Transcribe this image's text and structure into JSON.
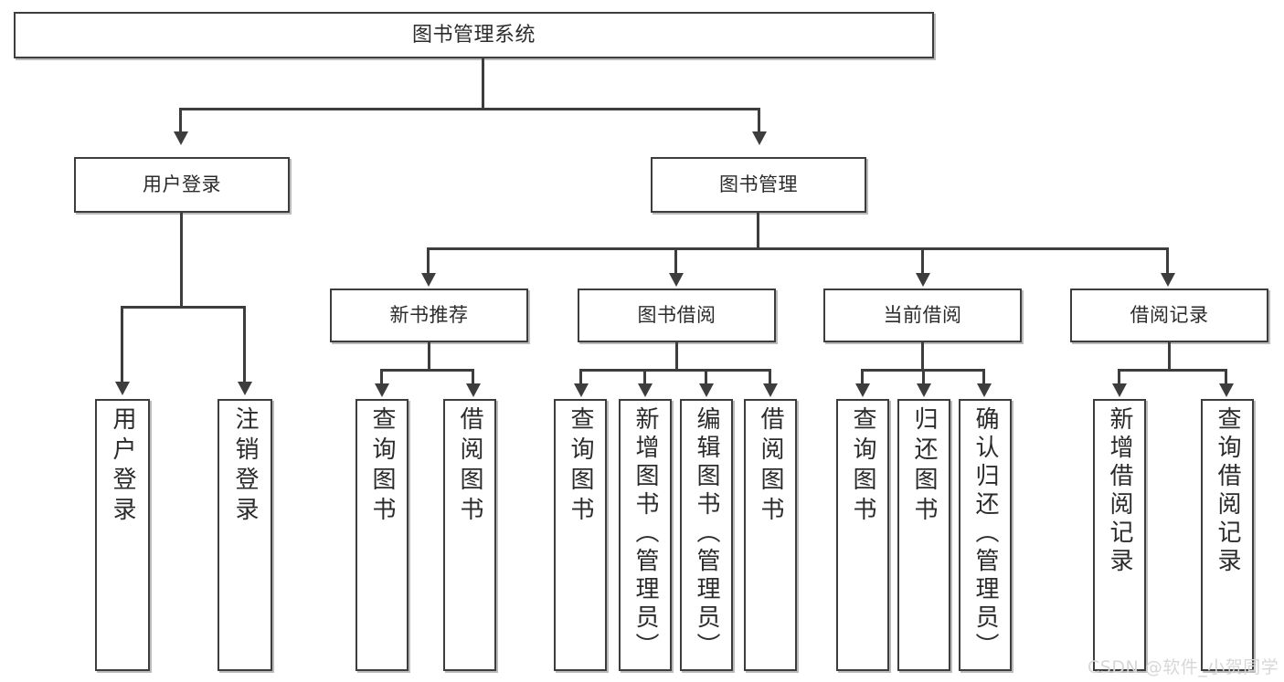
{
  "diagram": {
    "title": "图书管理系统",
    "type": "hierarchy-tree",
    "watermark": "CSDN @软件_小贺同学",
    "colors": {
      "border": "#3d3d3d",
      "background": "#ffffff",
      "text": "#2b2b2b",
      "watermark": "#d7d7d7"
    },
    "root": {
      "label": "图书管理系统"
    },
    "level1": [
      {
        "label": "用户登录"
      },
      {
        "label": "图书管理"
      }
    ],
    "level2": [
      {
        "label": "新书推荐"
      },
      {
        "label": "图书借阅"
      },
      {
        "label": "当前借阅"
      },
      {
        "label": "借阅记录"
      }
    ],
    "leaves": {
      "user_login": [
        {
          "label": "用户登录"
        },
        {
          "label": "注销登录"
        }
      ],
      "new_book_recommend": [
        {
          "label": "查询图书"
        },
        {
          "label": "借阅图书"
        }
      ],
      "book_borrow": [
        {
          "label": "查询图书"
        },
        {
          "label": "新增图书（管理员）"
        },
        {
          "label": "编辑图书（管理员）"
        },
        {
          "label": "借阅图书"
        }
      ],
      "current_borrow": [
        {
          "label": "查询图书"
        },
        {
          "label": "归还图书"
        },
        {
          "label": "确认归还（管理员）"
        }
      ],
      "borrow_record": [
        {
          "label": "新增借阅记录"
        },
        {
          "label": "查询借阅记录"
        }
      ]
    }
  }
}
